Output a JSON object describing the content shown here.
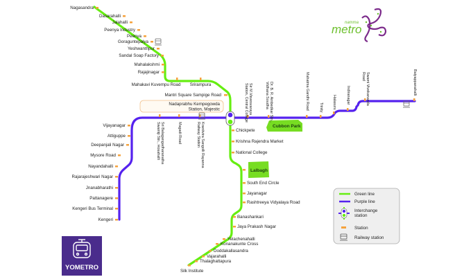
{
  "title": "Namma Metro - Bengaluru Metro Map",
  "colors": {
    "green_line": "#66ee11",
    "purple_line": "#5522ee",
    "station": "#f5a23c",
    "park": "#77dd22",
    "logo_purple": "#7b2a8a",
    "logo_green": "#6cbf2c",
    "yometro_bg": "#4a2c8c"
  },
  "logo": {
    "namma": "namma",
    "metro": "metro"
  },
  "brand_badge": {
    "label": "YOMETRO",
    "icon": "train-icon"
  },
  "interchange": {
    "line1": "Nadaprabhu Kempegowda",
    "line2": "Station, Majestic"
  },
  "parks": [
    "Cubbon Park",
    "Lalbagh"
  ],
  "green_line": {
    "north": [
      "Nagasandra",
      "Dasarahalli",
      "Jalahalli",
      "Peenya Industry",
      "Peenya",
      "Goraguntepalya",
      "Yeshwanthpur",
      "Sandal Soap Factory",
      "Mahalakshmi",
      "Rajajinagar"
    ],
    "middle": [
      "Mahakavi Kuvempu Road",
      "Srirampura"
    ],
    "pre_interchange": "Mantri Square Sampige Road",
    "south": [
      "Chickpete",
      "Krishna Rajendra Market",
      "National College",
      "Lalbagh",
      "South End Circle",
      "Jayanagar",
      "Rashtreeya Vidyalaya Road",
      "Banashankari",
      "Jaya Prakash Nagar"
    ],
    "southwest": [
      "Yelachenahalli",
      "Konanakunte Cross",
      "Doddakallasandra",
      "Vajarahalli",
      "Thalaghattapura",
      "Silk Institute"
    ]
  },
  "purple_line": {
    "west_vertical": [
      "Sri Balagangadharanatha Swamiji Stn., Hosahalli",
      "Magadi Road",
      "Krantivira Sangolli Rayanna Railway Station"
    ],
    "west": [
      "Vijayanagar",
      "Attiguppe",
      "Deepanjali Nagar",
      "Mysore Road",
      "Nayandahalli",
      "Rajarajeshwari Nagar",
      "Jnanabharathi",
      "Pattanagere",
      "Kengeri Bus Terminal",
      "Kengeri"
    ],
    "east_vertical": [
      "Sir M.Visvesvaraya Station, Central College",
      "Dr. B. R. Ambedkar Stn., Vidhana Soudha",
      "Mahatma Gandhi Road",
      "Trinity",
      "Halasuru",
      "Indiranagar",
      "Swami Vivekananda Road",
      "Baiyappanahalli"
    ]
  },
  "legend": {
    "items": [
      "Green line",
      "Purple line",
      "Interchange station",
      "Station",
      "Railway station"
    ],
    "interchange_line1": "Interchange",
    "interchange_line2": "station"
  }
}
